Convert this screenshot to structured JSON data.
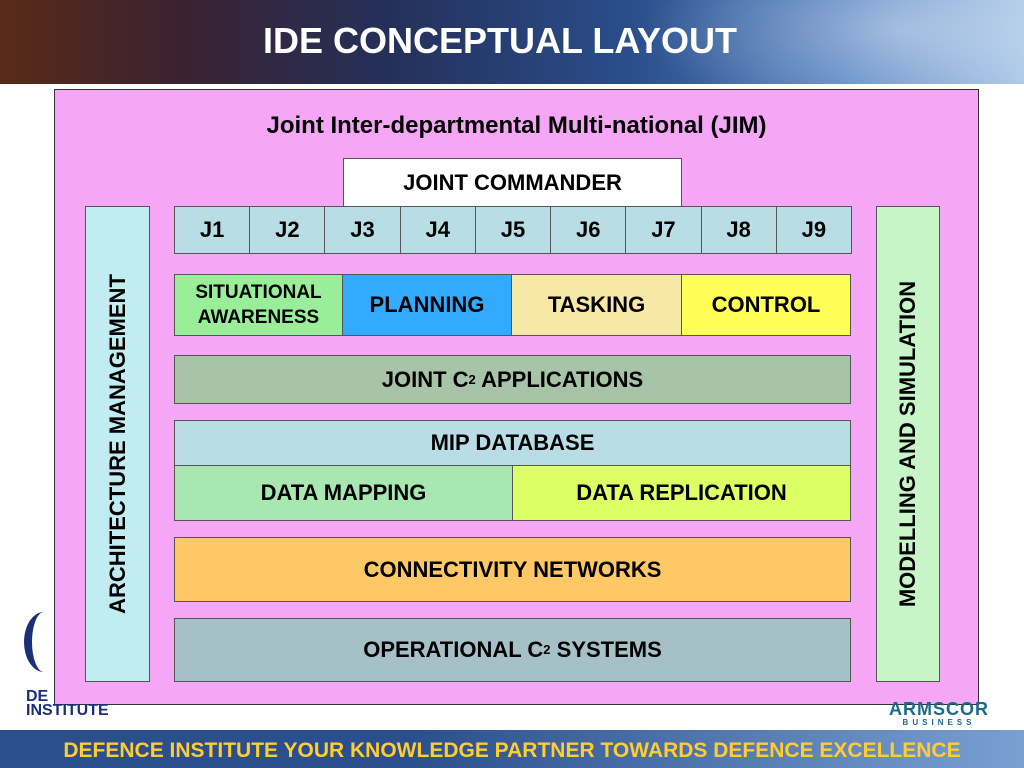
{
  "header": {
    "title": "IDE CONCEPTUAL LAYOUT"
  },
  "diagram": {
    "jim_title": "Joint Inter-departmental Multi-national (JIM)",
    "joint_commander": "JOINT COMMANDER",
    "j_boxes": [
      "J1",
      "J2",
      "J3",
      "J4",
      "J5",
      "J6",
      "J7",
      "J8",
      "J9"
    ],
    "functions": {
      "situational_awareness_line1": "SITUATIONAL",
      "situational_awareness_line2": "AWARENESS",
      "planning": "PLANNING",
      "tasking": "TASKING",
      "control": "CONTROL"
    },
    "joint_c2_applications": {
      "prefix": "JOINT C",
      "sup": "2",
      "suffix": " APPLICATIONS"
    },
    "mip_database": "MIP DATABASE",
    "data_mapping": "DATA MAPPING",
    "data_replication": "DATA REPLICATION",
    "connectivity_networks": "CONNECTIVITY NETWORKS",
    "operational_c2_systems": {
      "prefix": "OPERATIONAL C",
      "sup": "2",
      "suffix": " SYSTEMS"
    },
    "left_column": "ARCHITECTURE MANAGEMENT",
    "right_column": "MODELLING AND SIMULATION",
    "colors": {
      "panel": "#f5a6f5",
      "j_box": "#b9dde5",
      "situational": "#99ee99",
      "planning": "#33aaff",
      "tasking": "#f8e8a8",
      "control": "#ffff55",
      "joint_c2": "#a8c4a8",
      "mip": "#b9dde5",
      "data_mapping": "#a8e8b0",
      "data_replication": "#ddff66",
      "connectivity": "#ffc866",
      "operational": "#a6c0c8",
      "left_column": "#c0ecf2",
      "right_column": "#c8f5c8"
    }
  },
  "footer": {
    "text": "DEFENCE INSTITUTE YOUR KNOWLEDGE PARTNER TOWARDS DEFENCE EXCELLENCE",
    "logo_left_line1": "DE",
    "logo_left_line2": "INSTITUTE",
    "logo_right_main": "ARMSCOR",
    "logo_right_sub": "BUSINESS"
  }
}
